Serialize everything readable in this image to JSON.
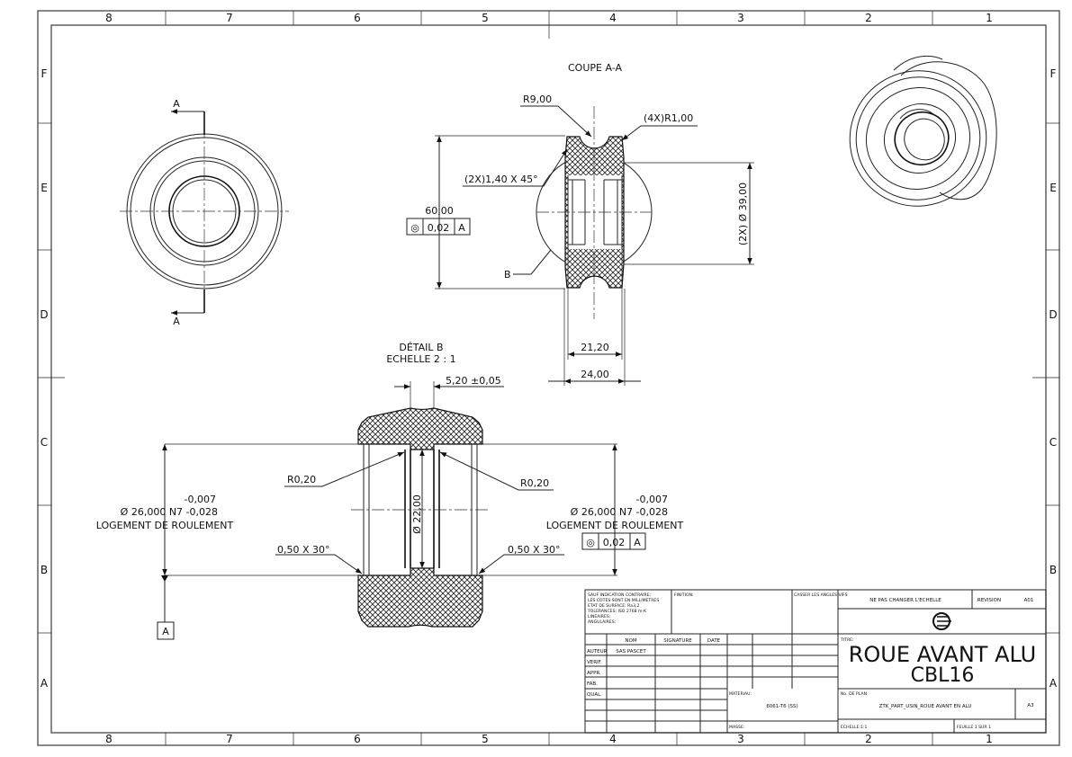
{
  "frame": {
    "columns": [
      "8",
      "7",
      "6",
      "5",
      "4",
      "3",
      "2",
      "1"
    ],
    "rows": [
      "F",
      "E",
      "D",
      "C",
      "B",
      "A"
    ]
  },
  "views": {
    "front": {
      "section_mark": "A"
    },
    "section": {
      "title": "COUPE A-A",
      "dims": {
        "r9": "R9,00",
        "r1": "(4X)R1,00",
        "chamfer": "(2X)1,40 X 45°",
        "height": "60,00",
        "diam39": "(2X) Ø 39,00",
        "w21": "21,20",
        "w24": "24,00",
        "detail_ref": "B",
        "fcf": {
          "symbol": "◎",
          "value": "0,02",
          "datum": "A"
        }
      }
    },
    "detail": {
      "title": "DÉTAIL B",
      "scale": "ECHELLE 2 : 1",
      "dims": {
        "slot": "5,20 ±0,05",
        "r_left": "R0,20",
        "r_right": "R0,20",
        "diam22": "Ø 22,00",
        "bore_left": {
          "tol_upper": "-0,007",
          "main": "Ø 26,000 N7 -0,028",
          "note": "LOGEMENT DE ROULEMENT"
        },
        "bore_right": {
          "tol_upper": "-0,007",
          "main": "Ø 26,000 N7 -0,028",
          "note": "LOGEMENT DE ROULEMENT"
        },
        "chamfer_left": "0,50 X 30°",
        "chamfer_right": "0,50 X 30°",
        "fcf": {
          "symbol": "◎",
          "value": "0,02",
          "datum": "A"
        },
        "datum": "A"
      }
    }
  },
  "title_block": {
    "notes": [
      "SAUF INDICATION CONTRAIRE:",
      "LES COTES SONT EN MILLIMETRES",
      "ETAT DE SURFACE: Ra3,2",
      "TOLERANCES: ISO 2768 m-K",
      "  LINEAIRES:",
      "  ANGULAIRES:"
    ],
    "finish_label": "FINITION:",
    "edges_label": "CASSER LES ANGLES VIFS",
    "scale_warning": "NE PAS CHANGER L'ECHELLE",
    "revision_label": "REVISION",
    "revision": "A01",
    "headers": {
      "name": "NOM",
      "signature": "SIGNATURE",
      "date": "DATE"
    },
    "roles": [
      "AUTEUR",
      "VERIF.",
      "APPR.",
      "FAB.",
      "QUAL."
    ],
    "author": "SAS PASCET",
    "title_label": "TITRE:",
    "title_line1": "ROUE AVANT ALU",
    "title_line2": "CBL16",
    "material_label": "MATERIAU:",
    "material": "6061-T6 (SS)",
    "plan_label": "No. DE PLAN",
    "plan_number": "ZTK_PART_USIN_ROUE AVANT EN ALU",
    "size": "A3",
    "mass_label": "MASSE:",
    "scale_label": "ECHELLE:1:1",
    "sheet_label": "FEUILLE 1 SUR 1"
  }
}
